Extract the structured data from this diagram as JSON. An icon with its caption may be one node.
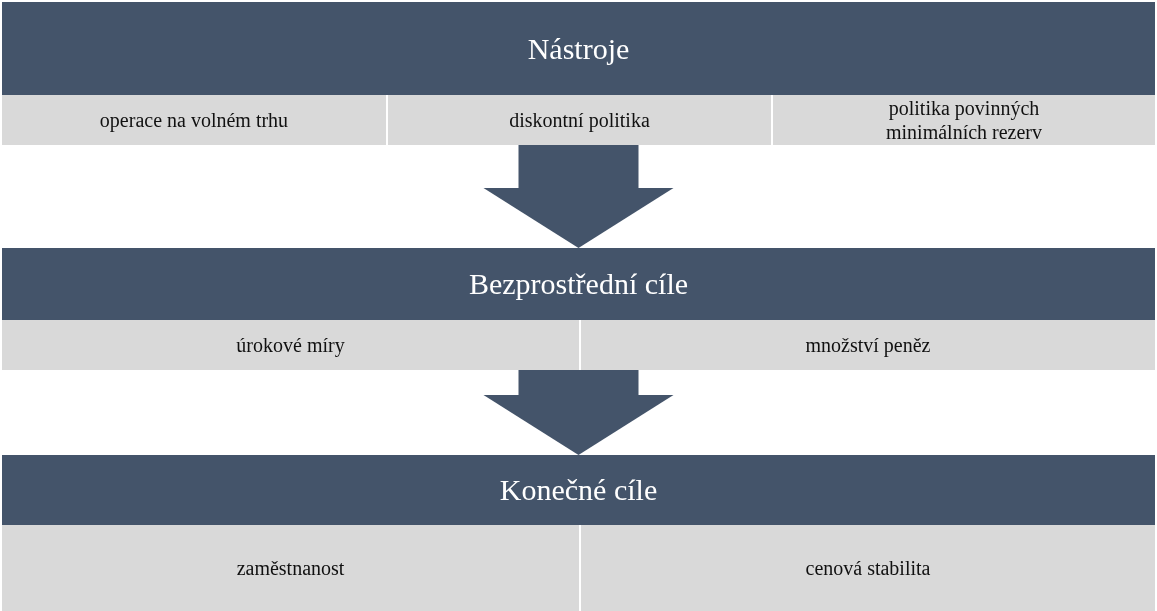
{
  "diagram": {
    "nodes": [
      {
        "text": [
          "Nástroje"
        ]
      },
      {
        "text": [
          "operace na volném trhu"
        ],
        "in": 0
      },
      {
        "text": [
          "diskontní politika"
        ],
        "in": 0
      },
      {
        "text": [
          "politika povinných minimálních rezerv"
        ],
        "in": 0
      },
      {
        "text": [
          "Bezprostřední cíle"
        ]
      },
      {
        "text": [
          "úrokové míry"
        ],
        "in": 4
      },
      {
        "text": [
          "množství peněz"
        ],
        "in": 4
      },
      {
        "text": [
          "Konečné cíle"
        ]
      },
      {
        "text": [
          "zaměstnanost"
        ],
        "in": 7
      },
      {
        "text": [
          "cenová stabilita"
        ],
        "in": 7
      }
    ],
    "edges": [
      {
        "from": 0,
        "to": 4,
        "arrow": "to"
      },
      {
        "from": 4,
        "to": 7,
        "arrow": "to"
      }
    ]
  }
}
